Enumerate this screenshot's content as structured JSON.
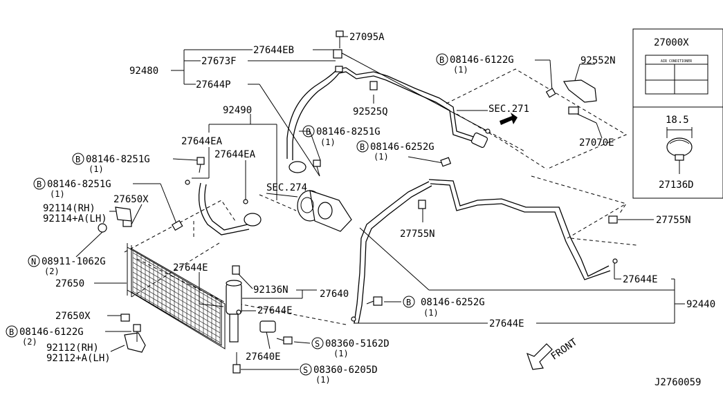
{
  "diagram": {
    "drawing_code": "J2760059",
    "front_label": "FRONT",
    "section_labels": {
      "sec271": "SEC.271",
      "sec274": "SEC.274"
    },
    "inset": {
      "label_part": "27000X",
      "label_text": "AIR CONDITIONER",
      "cap_part": "27136D",
      "cap_dimension": "18.5"
    },
    "labels": {
      "p27095A": "27095A",
      "p27644EB": "27644EB",
      "p92480": "92480",
      "p27673F": "27673F",
      "p27644P": "27644P",
      "p92525Q": "92525Q",
      "p08146_6122G_top": "08146-6122G",
      "p08146_6122G_top_qty": "(1)",
      "p92552N": "92552N",
      "p27070E": "27070E",
      "p92490": "92490",
      "p27644EA_1": "27644EA",
      "p27644EA_2": "27644EA",
      "p08146_8251G_mid": "08146-8251G",
      "p08146_8251G_mid_qty": "(1)",
      "p08146_6252G_mid": "08146-6252G",
      "p08146_6252G_mid_qty": "(1)",
      "p08146_8251G_left1": "08146-8251G",
      "p08146_8251G_left1_qty": "(1)",
      "p08146_8251G_left2": "08146-8251G",
      "p08146_8251G_left2_qty": "(1)",
      "p92114RH": "92114(RH)",
      "p92114LH": "92114+A(LH)",
      "p27650X_top": "27650X",
      "p08911_1062G": "08911-1062G",
      "p08911_1062G_qty": "(2)",
      "p27650": "27650",
      "p27644E_left": "27644E",
      "p92136N": "92136N",
      "p27640": "27640",
      "p27644E_mid": "27644E",
      "p27755N_mid": "27755N",
      "p27755N_right": "27755N",
      "p27644E_right": "27644E",
      "p92440": "92440",
      "p08146_6252G_low": "08146-6252G",
      "p08146_6252G_low_qty": "(1)",
      "p27644E_bottom": "27644E",
      "p27650X_bottom": "27650X",
      "p08146_6122G_bottom": "08146-6122G",
      "p08146_6122G_bottom_qty": "(2)",
      "p92112RH": "92112(RH)",
      "p92112LH": "92112+A(LH)",
      "p27640E": "27640E",
      "p08360_5162D": "08360-5162D",
      "p08360_5162D_qty": "(1)",
      "p08360_6205D": "08360-6205D",
      "p08360_6205D_qty": "(1)"
    },
    "prefix_symbols": {
      "bolt": "B",
      "nut": "N",
      "screw": "S"
    }
  }
}
